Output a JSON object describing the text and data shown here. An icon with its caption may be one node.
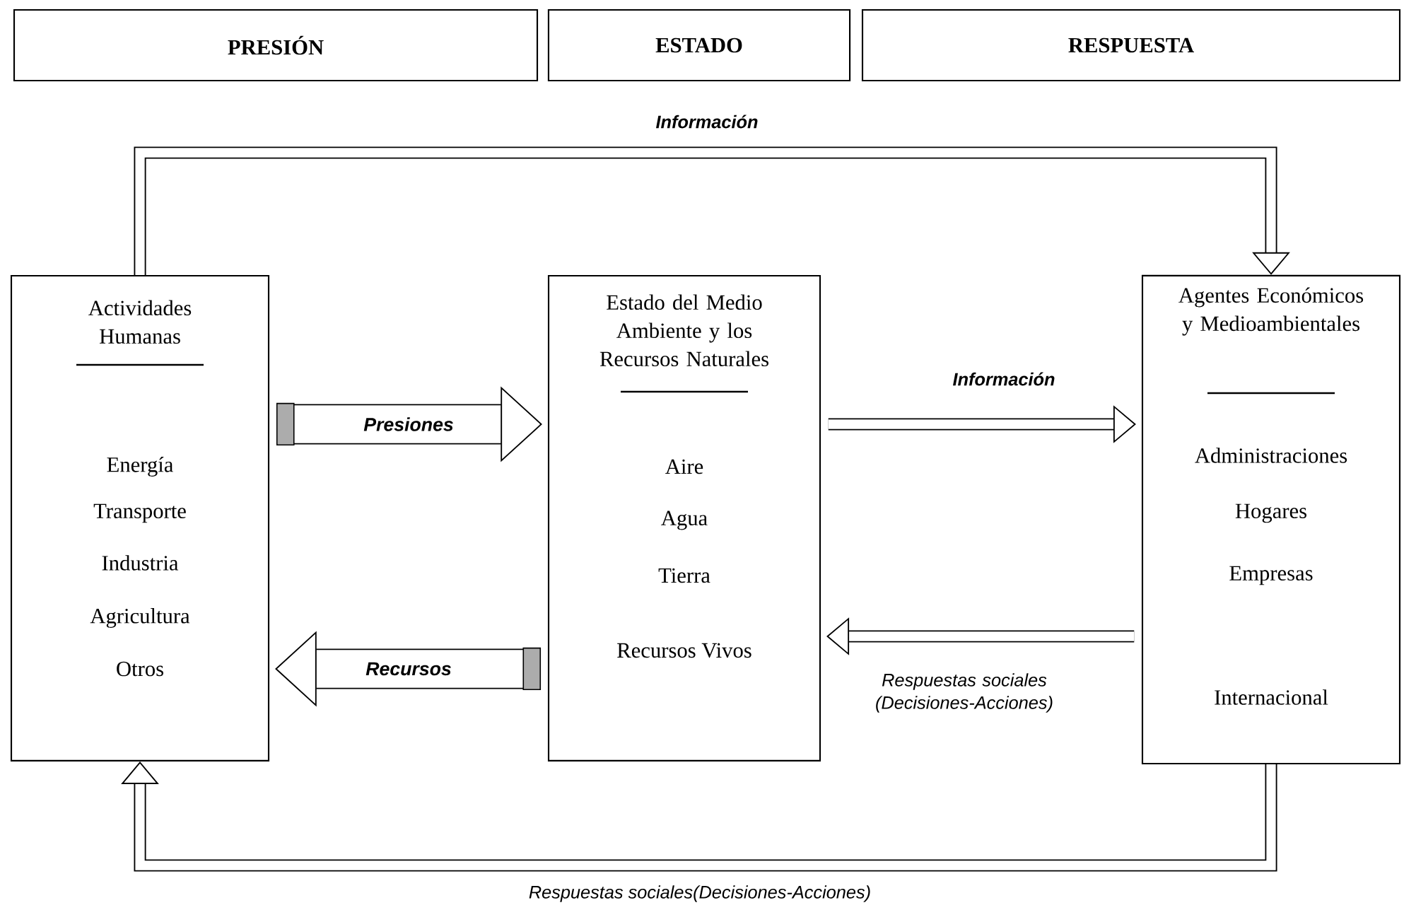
{
  "diagram": {
    "nodes": [
      {
        "text": [
          "PRESIÓN"
        ]
      },
      {
        "text": [
          "ESTADO"
        ]
      },
      {
        "text": [
          "RESPUESTA"
        ]
      },
      {
        "text": [
          "Actividades Humanas",
          "Energía",
          "Transporte",
          "Industria",
          "Agricultura",
          "Otros"
        ]
      },
      {
        "text": [
          "Estado del Medio Ambiente y los Recursos Naturales",
          "Aire",
          "Agua",
          "Tierra",
          "Recursos Vivos"
        ]
      },
      {
        "text": [
          "Agentes Económicos y Medioambientales",
          "Administraciones",
          "Hogares",
          "Empresas",
          "Internacional"
        ]
      }
    ],
    "edges": [
      {
        "from": 3,
        "to": 5,
        "arrow": "to",
        "label": "Información"
      },
      {
        "from": 3,
        "to": 4,
        "arrow": "to",
        "label": "Presiones",
        "style": "thick"
      },
      {
        "from": 4,
        "to": 3,
        "arrow": "to",
        "label": "Recursos",
        "style": "thick"
      },
      {
        "from": 4,
        "to": 5,
        "arrow": "to",
        "label": "Información"
      },
      {
        "from": 5,
        "to": 4,
        "arrow": "to",
        "label": "Respuestas sociales (Decisiones-Acciones)"
      },
      {
        "from": 5,
        "to": 3,
        "arrow": "to",
        "label": "Respuestas sociales(Decisiones-Acciones)"
      }
    ]
  }
}
